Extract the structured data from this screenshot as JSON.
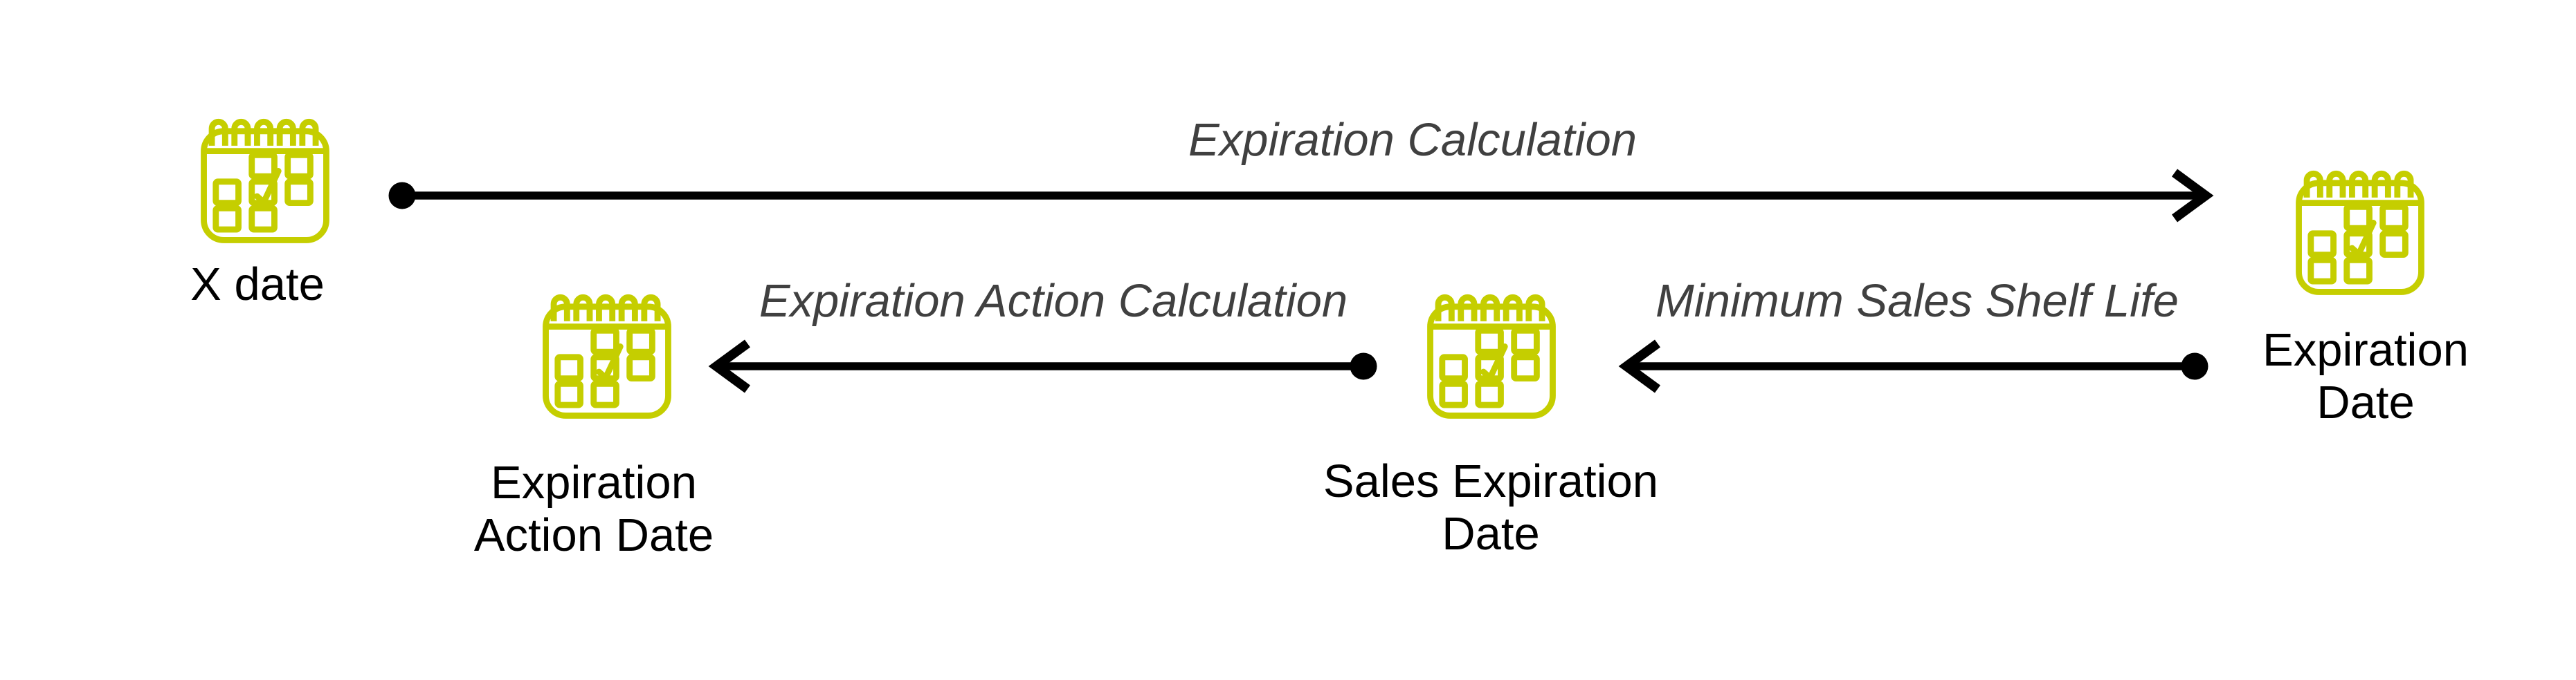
{
  "diagram": {
    "colors": {
      "background": "#ffffff",
      "icon": "#c5ce00",
      "arrow": "#000000",
      "annotation": "#404040",
      "label": "#000000"
    },
    "nodes": [
      {
        "id": "x-date",
        "icon": "calendar-check-icon",
        "label_lines": [
          "X date",
          ""
        ]
      },
      {
        "id": "expiration-action-date",
        "icon": "calendar-check-icon",
        "label_lines": [
          "Expiration",
          "Action Date"
        ]
      },
      {
        "id": "sales-expiration-date",
        "icon": "calendar-check-icon",
        "label_lines": [
          "Sales Expiration",
          "Date"
        ]
      },
      {
        "id": "expiration-date",
        "icon": "calendar-check-icon",
        "label_lines": [
          "Expiration",
          "Date"
        ]
      }
    ],
    "arrows": [
      {
        "id": "expiration-calculation",
        "label": "Expiration Calculation",
        "direction": "right",
        "from": "x-date",
        "to": "expiration-date"
      },
      {
        "id": "expiration-action-calculation",
        "label": "Expiration Action Calculation",
        "direction": "left",
        "from": "sales-expiration-date",
        "to": "expiration-action-date"
      },
      {
        "id": "minimum-sales-shelf-life",
        "label": "Minimum Sales Shelf Life",
        "direction": "left",
        "from": "expiration-date",
        "to": "sales-expiration-date"
      }
    ]
  }
}
